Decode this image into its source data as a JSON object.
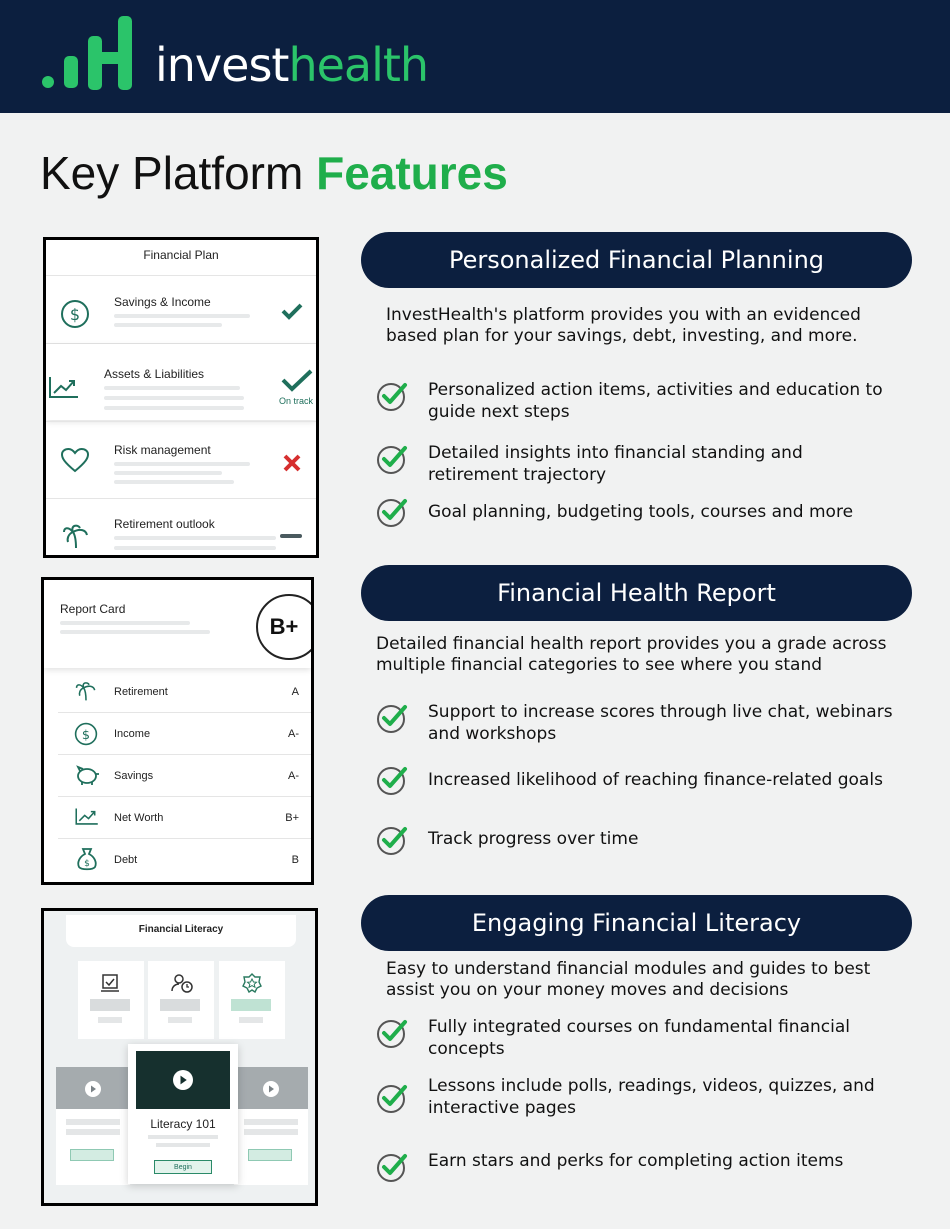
{
  "brand": {
    "part1": "invest",
    "part2": "health"
  },
  "page": {
    "title_plain": "Key Platform ",
    "title_highlight": "Features"
  },
  "sections": [
    {
      "title": "Personalized Financial Planning",
      "intro": "InvestHealth's platform provides you with an evidenced based plan for your savings, debt, investing, and more.",
      "bullets": [
        "Personalized action items, activities  and education to guide next steps",
        "Detailed insights into financial standing and retirement trajectory",
        "Goal planning, budgeting tools, courses and more"
      ]
    },
    {
      "title": "Financial Health Report",
      "intro": "Detailed financial health report provides you a grade across multiple financial categories to see where you stand",
      "bullets": [
        "Support to increase scores through live chat, webinars and workshops",
        "Increased likelihood of reaching finance-related goals",
        "Track progress over time"
      ]
    },
    {
      "title": "Engaging Financial Literacy",
      "intro": "Easy to understand financial modules and guides to best assist you on your money moves and decisions",
      "bullets": [
        "Fully integrated courses on fundamental financial concepts",
        "Lessons include polls, readings, videos, quizzes, and interactive pages",
        "Earn stars and perks for completing action items"
      ]
    }
  ],
  "plan_card": {
    "title": "Financial Plan",
    "rows": [
      {
        "label": "Savings & Income",
        "icon": "dollar-circle-icon",
        "status": "check"
      },
      {
        "label": "Assets & Liabilities",
        "icon": "trend-up-icon",
        "status": "check",
        "status_text": "On track"
      },
      {
        "label": "Risk management",
        "icon": "heart-icon",
        "status": "x"
      },
      {
        "label": "Retirement outlook",
        "icon": "palm-tree-icon",
        "status": "dash"
      }
    ]
  },
  "report_card": {
    "title": "Report Card",
    "overall_grade": "B+",
    "rows": [
      {
        "label": "Retirement",
        "icon": "palm-tree-icon",
        "grade": "A"
      },
      {
        "label": "Income",
        "icon": "dollar-circle-icon",
        "grade": "A-"
      },
      {
        "label": "Savings",
        "icon": "piggy-bank-icon",
        "grade": "A-"
      },
      {
        "label": "Net Worth",
        "icon": "trend-up-icon",
        "grade": "B+"
      },
      {
        "label": "Debt",
        "icon": "money-bag-icon",
        "grade": "B"
      }
    ]
  },
  "literacy_card": {
    "title": "Financial Literacy",
    "course_title": "Literacy 101",
    "begin_label": "Begin"
  },
  "colors": {
    "navy": "#0c1f3f",
    "green": "#1fae4b",
    "teal": "#1f6f5c",
    "red": "#d62f2f"
  }
}
